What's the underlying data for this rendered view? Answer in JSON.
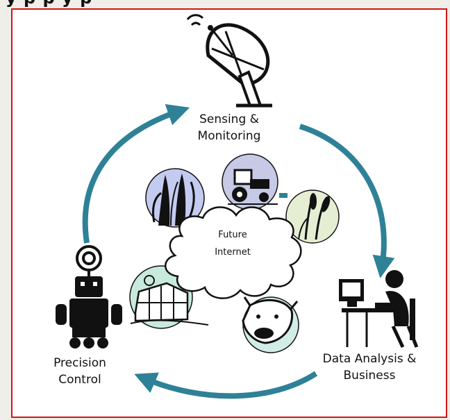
{
  "header": {
    "cropped_text": "y      p    p  y               p"
  },
  "diagram": {
    "cloud": {
      "line1": "Future",
      "line2": "Internet"
    },
    "nodes": {
      "sensing": {
        "line1": "Sensing &",
        "line2": "Monitoring"
      },
      "analysis": {
        "line1": "Data Analysis &",
        "line2": "Business"
      },
      "control": {
        "line1": "Precision",
        "line2": "Control"
      }
    },
    "colors": {
      "arrow": "#2e8197",
      "frame": "#d01818"
    },
    "icons": [
      "satellite-dish-icon",
      "robot-icon",
      "computer-user-icon",
      "corn-icon",
      "tractor-icon",
      "wheat-icon",
      "greenhouse-icon",
      "cow-icon"
    ]
  }
}
